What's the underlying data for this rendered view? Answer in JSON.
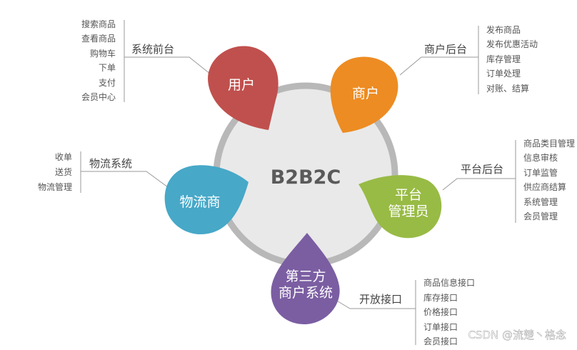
{
  "center": {
    "title": "B2B2C"
  },
  "colors": {
    "user": "#c0504d",
    "merchant": "#ed8c22",
    "admin": "#98bb45",
    "thirdparty": "#7b5ea2",
    "logistics": "#47a8c8",
    "ring": "#b8b8b8",
    "disc": "#e9e9e9"
  },
  "user": {
    "label": "用户",
    "system": "系统前台",
    "items": [
      "搜索商品",
      "查看商品",
      "购物车",
      "下单",
      "支付",
      "会员中心"
    ]
  },
  "merchant": {
    "label": "商户",
    "system": "商户后台",
    "items": [
      "发布商品",
      "发布优惠活动",
      "库存管理",
      "订单处理",
      "对账、结算"
    ]
  },
  "admin": {
    "label_line1": "平台",
    "label_line2": "管理员",
    "system": "平台后台",
    "items": [
      "商品类目管理",
      "信息审核",
      "订单监管",
      "供应商结算",
      "系统管理",
      "会员管理"
    ]
  },
  "thirdparty": {
    "label_line1": "第三方",
    "label_line2": "商户系统",
    "system": "开放接口",
    "items": [
      "商品信息接口",
      "库存接口",
      "价格接口",
      "订单接口",
      "会员接口"
    ]
  },
  "logistics": {
    "label": "物流商",
    "system": "物流系统",
    "items": [
      "收单",
      "送货",
      "物流管理"
    ]
  },
  "watermark": "CSDN @流楚丶格念"
}
